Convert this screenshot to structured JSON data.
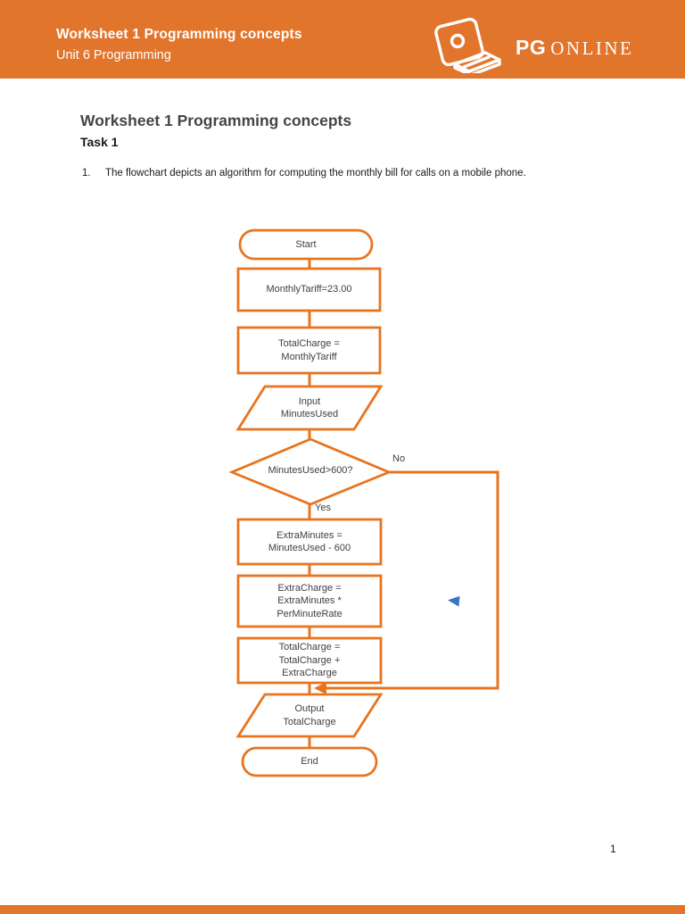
{
  "header": {
    "title": "Worksheet 1 Programming concepts",
    "subtitle": "Unit 6 Programming",
    "logo": {
      "icon": "laptop-icon",
      "brand_bold": "PG",
      "brand_rest": "ONLINE"
    }
  },
  "document": {
    "heading": "Worksheet 1 Programming concepts",
    "subheading": "Task 1",
    "list_item": {
      "number": "1.",
      "text": "The flowchart depicts an algorithm for computing the monthly bill for calls on a mobile phone."
    },
    "page_number": "1"
  },
  "flowchart": {
    "nodes": {
      "start": {
        "type": "terminator",
        "label": "Start"
      },
      "tariff": {
        "type": "process",
        "label": "MonthlyTariff=23.00"
      },
      "total_init": {
        "type": "process",
        "label": "TotalCharge =\nMonthlyTariff"
      },
      "input": {
        "type": "input",
        "label": "Input\nMinutesUsed"
      },
      "decision": {
        "type": "decision",
        "label": "MinutesUsed>600?"
      },
      "extra_min": {
        "type": "process",
        "label": "ExtraMinutes =\nMinutesUsed - 600"
      },
      "extra_charge": {
        "type": "process",
        "label": "ExtraCharge =\nExtraMinutes *\nPerMinuteRate"
      },
      "total_add": {
        "type": "process",
        "label": "TotalCharge =\nTotalCharge +\nExtraCharge"
      },
      "output": {
        "type": "output",
        "label": "Output\nTotalCharge"
      },
      "end": {
        "type": "terminator",
        "label": "End"
      }
    },
    "branch_labels": {
      "yes": "Yes",
      "no": "No"
    }
  },
  "colors": {
    "accent_orange": "#E2752C",
    "flowchart_stroke": "#E8741F",
    "marker_blue": "#3B77C0",
    "text_dark": "#404040"
  }
}
